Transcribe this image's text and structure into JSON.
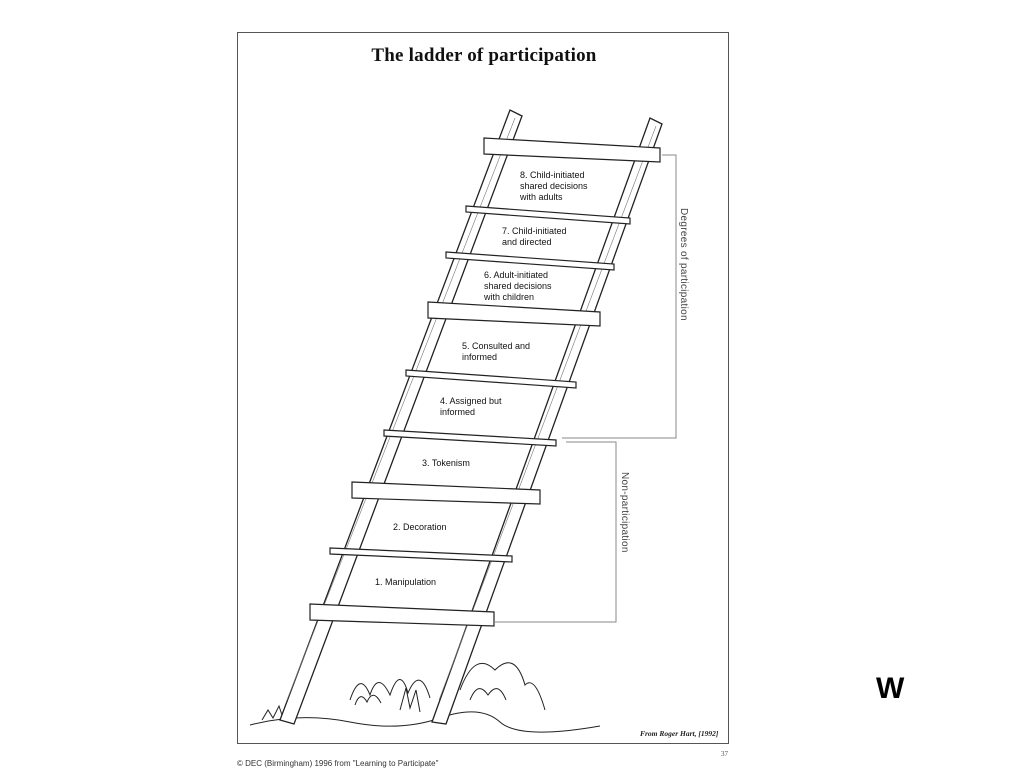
{
  "title": "The ladder of participation",
  "rungs": [
    {
      "label": "1. Manipulation"
    },
    {
      "label": "2. Decoration"
    },
    {
      "label": "3. Tokenism"
    },
    {
      "label": "4. Assigned but\ninformed"
    },
    {
      "label": "5. Consulted and\ninformed"
    },
    {
      "label": "6. Adult-initiated\nshared decisions\nwith children"
    },
    {
      "label": "7. Child-initiated\nand directed"
    },
    {
      "label": "8. Child-initiated\nshared decisions\nwith adults"
    }
  ],
  "brackets": {
    "upper": "Degrees of participation",
    "lower": "Non-participation"
  },
  "credit": "From Roger Hart, [1992]",
  "page_number": "37",
  "footer": "© DEC (Birmingham) 1996 from \"Learning to Participate\"",
  "corner_mark": "W"
}
